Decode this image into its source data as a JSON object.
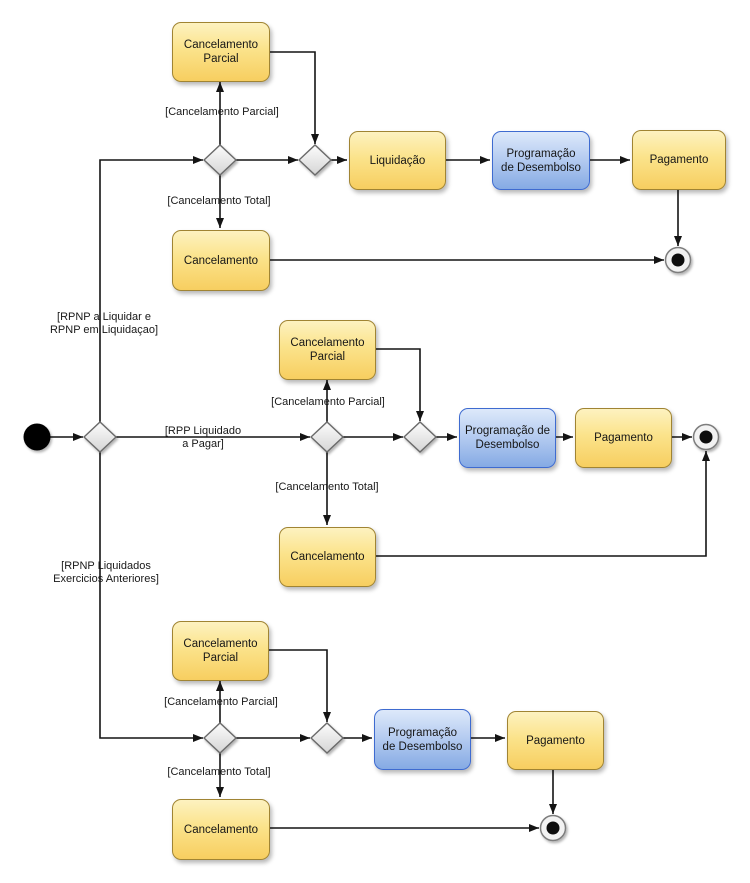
{
  "colors": {
    "activity_yellow_top": "#FDF2C0",
    "activity_yellow_bottom": "#F7CE60",
    "activity_yellow_border": "#A08433",
    "activity_blue_top": "#DDE9FA",
    "activity_blue_bottom": "#85AAE4",
    "activity_blue_border": "#3E6BD0",
    "gateway_fill_top": "#FCFCFC",
    "gateway_fill_bottom": "#D5D5D5",
    "gateway_border": "#6A6A6A",
    "edge_color": "#141414"
  },
  "flows": {
    "top": {
      "activities": {
        "cancelamento_parcial": [
          "Cancelamento",
          "Parcial"
        ],
        "liquidacao": [
          "Liquidação"
        ],
        "programacao_desembolso": [
          "Programação",
          "de Desembolso"
        ],
        "pagamento": [
          "Pagamento"
        ],
        "cancelamento": [
          "Cancelamento"
        ]
      },
      "guards": {
        "cancelamento_parcial": "[Cancelamento Parcial]",
        "cancelamento_total": "[Cancelamento Total]"
      }
    },
    "middle": {
      "activities": {
        "cancelamento_parcial": [
          "Cancelamento",
          "Parcial"
        ],
        "programacao_desembolso": [
          "Programação de",
          "Desembolso"
        ],
        "pagamento": [
          "Pagamento"
        ],
        "cancelamento": [
          "Cancelamento"
        ]
      },
      "guards": {
        "rpnp_a_liquidar": [
          "[RPNP a Liquidar e",
          "RPNP em Liquidaçao]"
        ],
        "rpp_liquidado": [
          "[RPP Liquidado",
          "a Pagar]"
        ],
        "cancelamento_parcial": "[Cancelamento Parcial]",
        "cancelamento_total": "[Cancelamento Total]"
      }
    },
    "bottom": {
      "activities": {
        "cancelamento_parcial": [
          "Cancelamento",
          "Parcial"
        ],
        "programacao_desembolso": [
          "Programação",
          "de Desembolso"
        ],
        "pagamento": [
          "Pagamento"
        ],
        "cancelamento": [
          "Cancelamento"
        ]
      },
      "guards": {
        "rpnp_liquidados": [
          "[RPNP Liquidados",
          "Exercicios Anteriores]"
        ],
        "cancelamento_parcial": "[Cancelamento Parcial]",
        "cancelamento_total": "[Cancelamento Total]"
      }
    }
  }
}
